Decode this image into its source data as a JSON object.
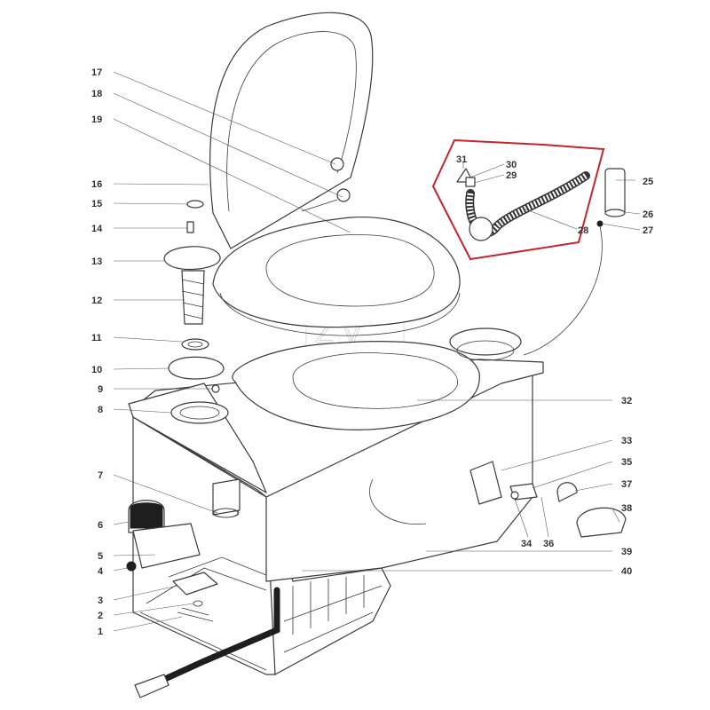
{
  "diagram": {
    "labels": [
      "1",
      "2",
      "3",
      "4",
      "5",
      "6",
      "7",
      "8",
      "9",
      "10",
      "11",
      "12",
      "13",
      "14",
      "15",
      "16",
      "17",
      "18",
      "19",
      "25",
      "26",
      "27",
      "28",
      "29",
      "30",
      "31",
      "32",
      "33",
      "34",
      "35",
      "36",
      "37",
      "38",
      "39",
      "40"
    ],
    "highlight_color": "#c0262d",
    "watermark": {
      "line1": "Z V",
      "line2": "A M"
    }
  }
}
